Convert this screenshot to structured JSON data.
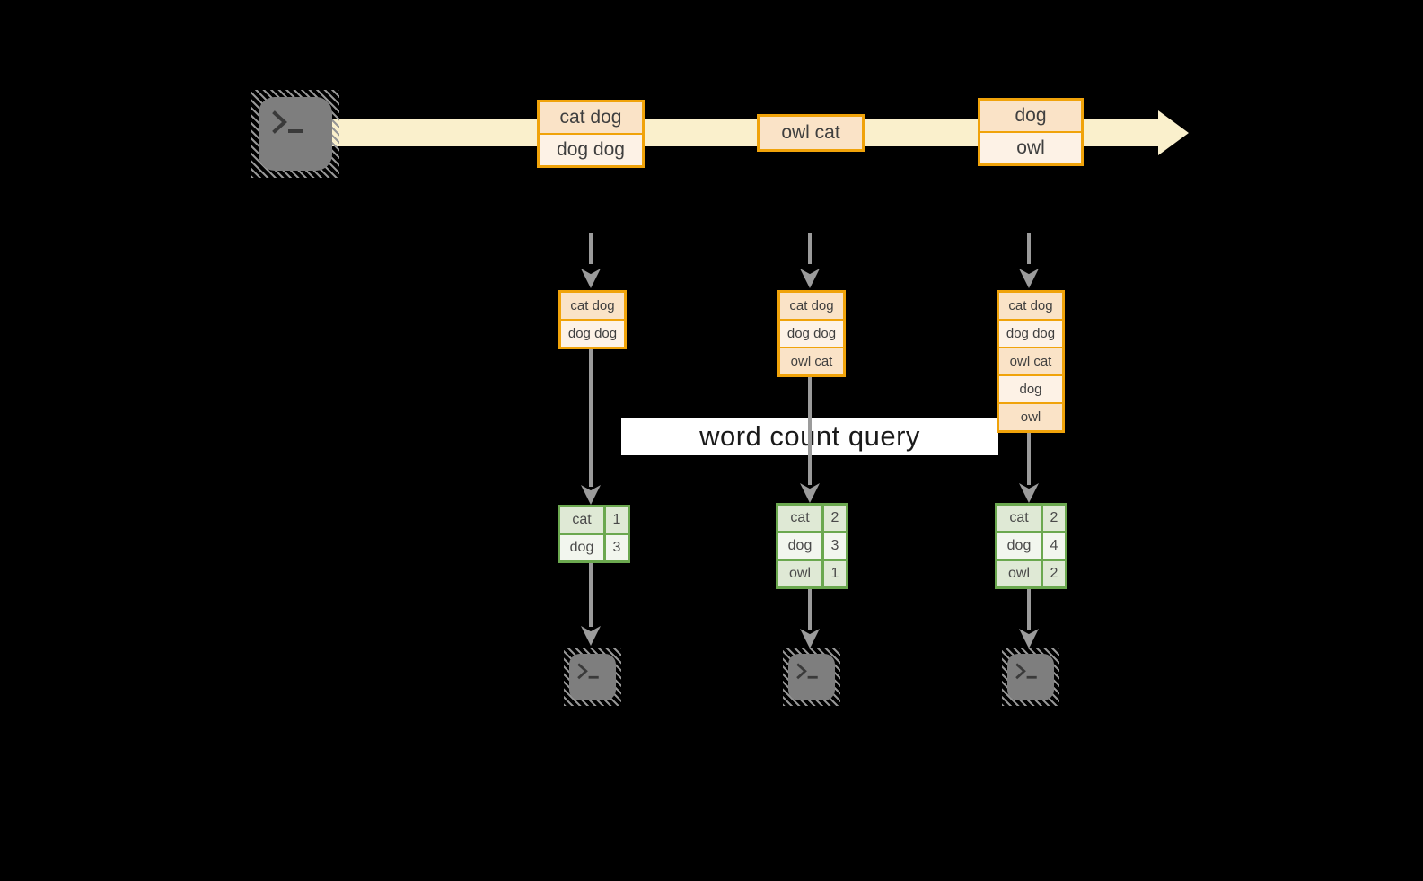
{
  "diagram": {
    "query_label": "word count query",
    "stream": {
      "batches": [
        {
          "lines": [
            "cat dog",
            "dog dog"
          ]
        },
        {
          "lines": [
            "owl cat"
          ]
        },
        {
          "lines": [
            "dog",
            "owl"
          ]
        }
      ]
    },
    "states": [
      {
        "lines": [
          "cat dog",
          "dog dog"
        ]
      },
      {
        "lines": [
          "cat dog",
          "dog dog",
          "owl cat"
        ]
      },
      {
        "lines": [
          "cat dog",
          "dog dog",
          "owl cat",
          "dog",
          "owl"
        ]
      }
    ],
    "results": [
      {
        "rows": [
          {
            "word": "cat",
            "count": "1"
          },
          {
            "word": "dog",
            "count": "3"
          }
        ]
      },
      {
        "rows": [
          {
            "word": "cat",
            "count": "2"
          },
          {
            "word": "dog",
            "count": "3"
          },
          {
            "word": "owl",
            "count": "1"
          }
        ]
      },
      {
        "rows": [
          {
            "word": "cat",
            "count": "2"
          },
          {
            "word": "dog",
            "count": "4"
          },
          {
            "word": "owl",
            "count": "2"
          }
        ]
      }
    ],
    "icons": {
      "source": "terminal-icon",
      "sinks": [
        "terminal-icon",
        "terminal-icon",
        "terminal-icon"
      ]
    },
    "colors": {
      "background": "#000000",
      "stream_band": "#FAF0CC",
      "box_border": "#F0A30A",
      "box_fill_dark": "#FAE3C7",
      "box_fill_light": "#FDF2E6",
      "table_border": "#6BA84F",
      "table_fill_dark": "#DFE9D5",
      "table_fill_light": "#F2F6EE",
      "arrow_gray": "#9B9B9B",
      "query_band": "#FFFFFF"
    }
  }
}
